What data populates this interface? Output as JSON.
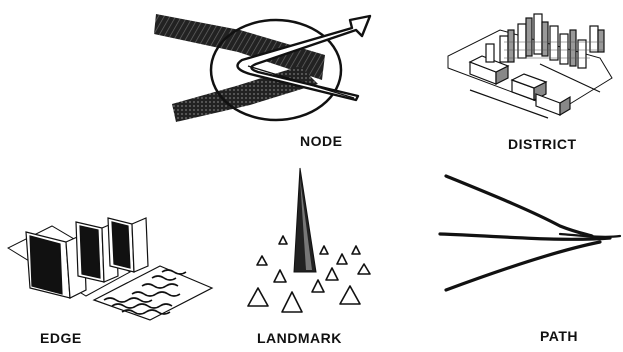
{
  "diagram": {
    "elements": [
      {
        "id": "node",
        "label": "NODE"
      },
      {
        "id": "district",
        "label": "DISTRICT"
      },
      {
        "id": "edge",
        "label": "EDGE"
      },
      {
        "id": "landmark",
        "label": "LANDMARK"
      },
      {
        "id": "path",
        "label": "PATH"
      }
    ]
  },
  "colors": {
    "ink": "#111111",
    "paper": "#ffffff"
  }
}
